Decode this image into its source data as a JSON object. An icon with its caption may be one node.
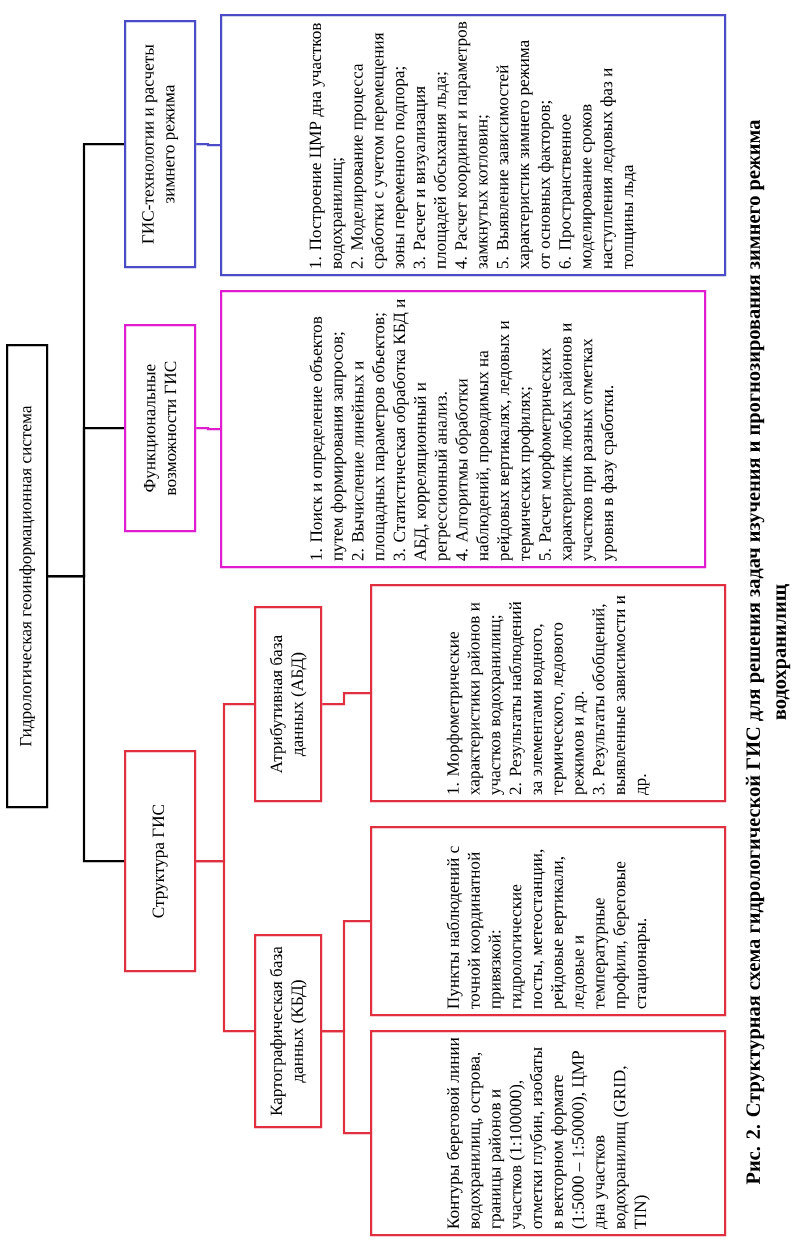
{
  "diagram": {
    "caption": "Рис. 2. Структурная схема гидрологической ГИС для решения задач изучения и прогнозирования зимнего режима водохранилищ",
    "nodes": [
      {
        "text": [
          "Гидрологическая геоинформационная система"
        ]
      },
      {
        "text": [
          "ГИС-технологии и расчеты зимнего режима"
        ]
      },
      {
        "text": [
          "Функциональные возможности ГИС"
        ]
      },
      {
        "text": [
          "Структура ГИС"
        ]
      },
      {
        "text": [
          "1. Построение ЦМР дна участков водохранилищ;",
          "2. Моделирование процесса сработки с учетом перемещения зоны переменного подпора;",
          "3. Расчет и визуализация площадей обсыхания льда;",
          "4. Расчет координат и параметров замкнутых котловин;",
          "5. Выявление зависимостей характеристик зимнего режима от основных факторов;",
          "6. Пространственное моделирование сроков наступления ледовых фаз и толщины льда"
        ]
      },
      {
        "text": [
          "1. Поиск и определение объектов путем формирования запросов;",
          "2. Вычисление линейных и площадных параметров объектов;",
          "3. Статистическая обработка КБД и АБД, корреляционный и регрессионный анализ.",
          "4. Алгоритмы обработки наблюдений, проводимых на рейдовых вертикалях, ледовых и термических профилях;",
          "5. Расчет морфометрических характеристик любых районов и участков при разных отметках уровня в фазу сработки."
        ]
      },
      {
        "text": [
          "Атрибутивная база данных (АБД)"
        ]
      },
      {
        "text": [
          "Картографическая база данных (КБД)"
        ]
      },
      {
        "text": [
          "1. Морфометрические характеристики районов и участков водохранилищ;",
          "2. Результаты наблюдений за элементами водного, термического, ледового режимов и др.",
          "3. Результаты обобщений, выявленные зависимости и др."
        ]
      },
      {
        "text": [
          "Пункты наблюдений с точной координатной привязкой: гидрологические посты, метеостанции, рейдовые вертикали, ледовые и температурные профили, береговые стационары."
        ]
      },
      {
        "text": [
          "Контуры береговой линии водохранилищ, острова, границы районов и участков (1:100000), отметки глубин, изобаты в векторном формате (1:5000 – 1:50000), ЦМР дна участков водохранилищ (GRID, TIN)"
        ]
      }
    ],
    "edges": [
      {
        "from": 0,
        "to": 1,
        "arrow": "none",
        "color": "#000000"
      },
      {
        "from": 0,
        "to": 2,
        "arrow": "none",
        "color": "#000000"
      },
      {
        "from": 0,
        "to": 3,
        "arrow": "none",
        "color": "#000000"
      },
      {
        "from": 1,
        "to": 4,
        "arrow": "none",
        "color": "#4b4bc8"
      },
      {
        "from": 2,
        "to": 5,
        "arrow": "none",
        "color": "#e01cd0"
      },
      {
        "from": 3,
        "to": 6,
        "arrow": "none"
      },
      {
        "from": 3,
        "to": 7,
        "arrow": "none"
      },
      {
        "from": 6,
        "to": 8,
        "arrow": "none"
      },
      {
        "from": 7,
        "to": 9,
        "arrow": "none"
      },
      {
        "from": 7,
        "to": 10,
        "arrow": "none"
      }
    ]
  }
}
